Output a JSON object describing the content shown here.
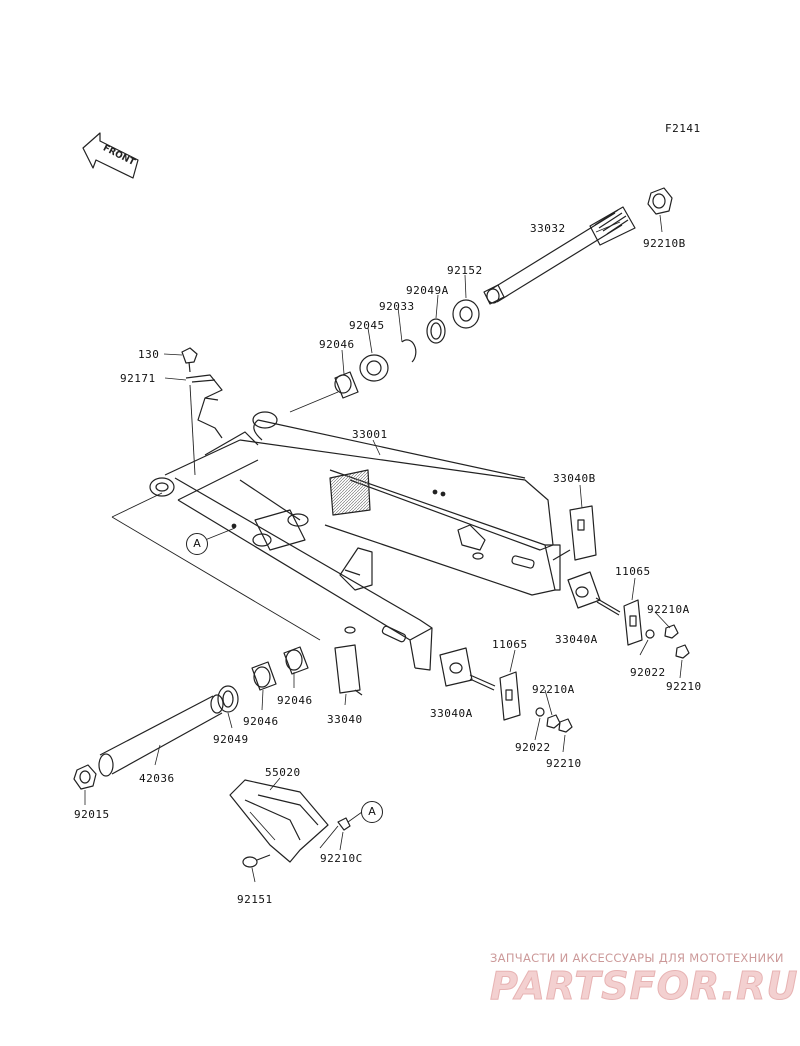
{
  "figure_code": "F2141",
  "front_marker": "FRONT",
  "callout_letter": "A",
  "watermark": {
    "line1": "ЗАПЧАСТИ И АКСЕССУАРЫ ДЛЯ МОТОТЕХНИКИ",
    "logo": "PARTSFOR.RU"
  },
  "part_labels": {
    "p33032": "33032",
    "p92210B": "92210B",
    "p92152": "92152",
    "p92049A": "92049A",
    "p92033": "92033",
    "p92045": "92045",
    "p92046_top": "92046",
    "p130": "130",
    "p92171": "92171",
    "p33001": "33001",
    "p33040B": "33040B",
    "p11065_r": "11065",
    "p92210A_r": "92210A",
    "p33040A_r": "33040A",
    "p92022_r": "92022",
    "p92210_r": "92210",
    "p11065_m": "11065",
    "p92210A_m": "92210A",
    "p33040A_m": "33040A",
    "p92022_m": "92022",
    "p92210_m": "92210",
    "p33040": "33040",
    "p92046_a": "92046",
    "p92046_b": "92046",
    "p92049": "92049",
    "p42036": "42036",
    "p92015": "92015",
    "p55020": "55020",
    "p92210C": "92210C",
    "p92151": "92151"
  }
}
